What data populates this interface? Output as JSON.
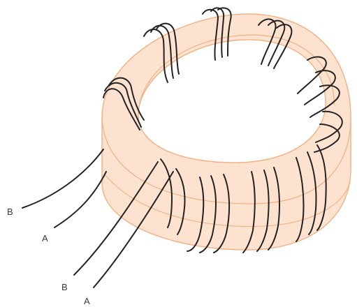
{
  "colors": {
    "core_fill": "#fde3cf",
    "core_outline": "#f2b083",
    "wire": "#222222",
    "label": "#3a3a3a"
  },
  "leads": [
    {
      "label": "B"
    },
    {
      "label": "A"
    },
    {
      "label": "B"
    },
    {
      "label": "A"
    }
  ]
}
